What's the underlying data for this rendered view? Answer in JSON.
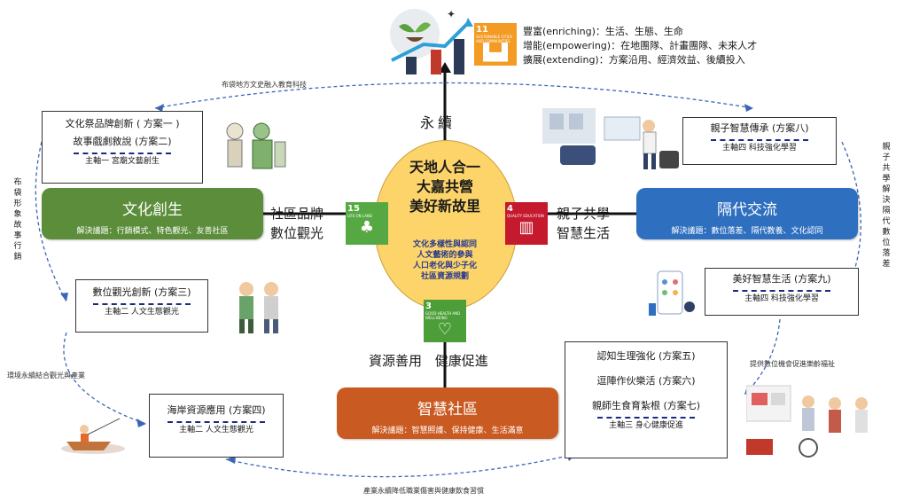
{
  "center": {
    "title_lines": [
      "天地人合一",
      "大嘉共營",
      "美好新故里"
    ],
    "issues": [
      "文化多樣性與認同",
      "人文藝術的參與",
      "人口老化與少子化",
      "社區資源規劃"
    ]
  },
  "top": {
    "label": "永續",
    "goals": [
      "豐富(enriching)：生活、生態、生命",
      "增能(empowering)：在地團隊、計畫團隊、未來人才",
      "擴展(extending)：方案沿用、經濟效益、後續投入"
    ],
    "sdg11": {
      "num": "11",
      "text": "SUSTAINABLE CITIES AND COMMUNITIES",
      "color": "#f39b23"
    }
  },
  "culture": {
    "title": "文化創生",
    "issue": "解決議題：行銷模式、特色觀光、友善社區",
    "connector": [
      "社區品牌",
      "數位觀光"
    ],
    "color": "#5b8d3a"
  },
  "family": {
    "title": "隔代交流",
    "issue": "解決議題：數位落差、隔代教養、文化認同",
    "connector": [
      "親子共學",
      "智慧生活"
    ],
    "color": "#2f6fbf"
  },
  "smart": {
    "title": "智慧社區",
    "issue": "解決議題：智慧照護、保持健康、生活滿意",
    "connector": [
      "資源善用",
      "健康促進"
    ],
    "color": "#c95a22"
  },
  "sdg": {
    "s15": {
      "num": "15",
      "text": "LIFE ON LAND",
      "color": "#56a942"
    },
    "s4": {
      "num": "4",
      "text": "QUALITY EDUCATION",
      "color": "#c5192d"
    },
    "s3": {
      "num": "3",
      "text": "GOOD HEALTH AND WELL-BEING",
      "color": "#4c9f38"
    }
  },
  "programs": {
    "p12": {
      "lines": [
        "文化祭品牌創新 ( 方案一 )",
        "故事戲劇敘說 (方案二)"
      ],
      "axis": "主軸一 宮廟文藝創生"
    },
    "p3": {
      "lines": [
        "數位觀光創新 (方案三)"
      ],
      "axis": "主軸二 人文生態觀光"
    },
    "p4": {
      "lines": [
        "海岸資源應用 (方案四)"
      ],
      "axis": "主軸二 人文生態觀光"
    },
    "p8": {
      "lines": [
        "親子智慧傳承 (方案八)"
      ],
      "axis": "主軸四 科技強化學習"
    },
    "p9": {
      "lines": [
        "美好智慧生活 (方案九)"
      ],
      "axis": "主軸四 科技強化學習"
    },
    "p567": {
      "lines": [
        "認知生理強化 (方案五)",
        "逗陣作伙樂活 (方案六)",
        "親師生食育紮根 (方案七)"
      ],
      "axis": "主軸三 身心健康促進"
    }
  },
  "notes": {
    "top_arc": "布袋地方文史融入教育科技",
    "left_vertical": "布袋形象故事行銷",
    "right_vertical": "親子共學解決隔代數位落差",
    "env": "環境永續結合觀光與產業",
    "digital_care": "提供數位機會促進樂齡福祉",
    "bottom": "產業永續降低職業傷害與健康飲食習慣"
  }
}
